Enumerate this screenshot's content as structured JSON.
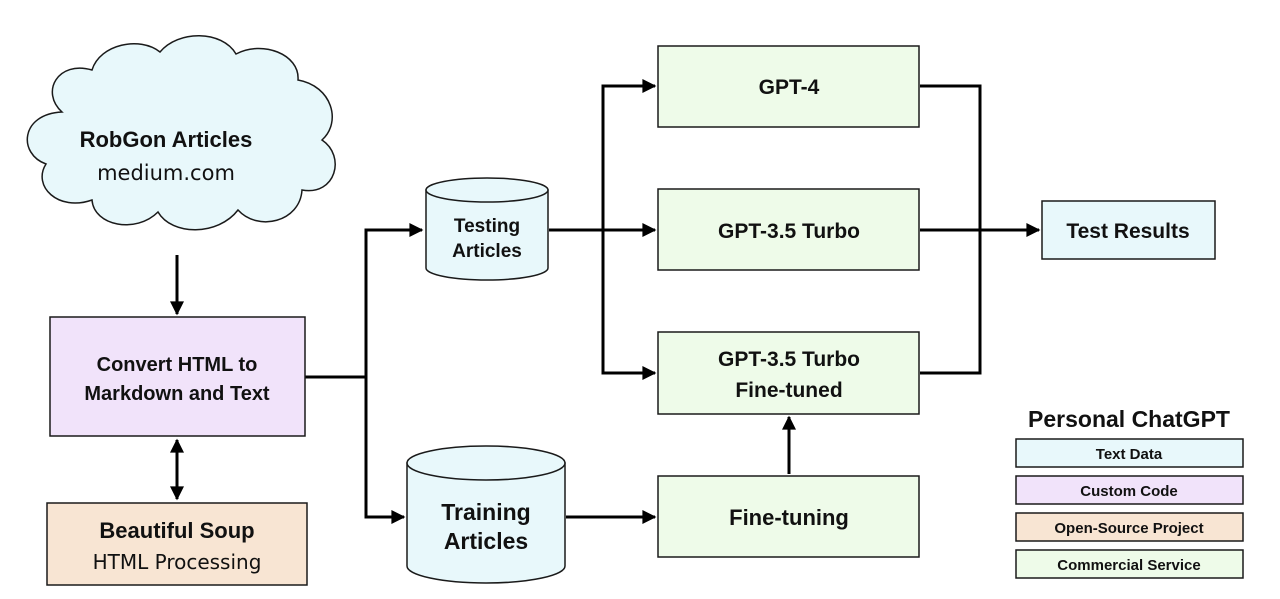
{
  "colors": {
    "text_data": "#e8f8fb",
    "custom_code": "#f1e3fa",
    "open_source": "#f8e5d3",
    "commercial": "#eefbe9",
    "line": "#000000"
  },
  "cloud": {
    "title": "RobGon Articles",
    "subtitle": "medium.com"
  },
  "convert": {
    "line1": "Convert HTML to",
    "line2": "Markdown and Text"
  },
  "soup": {
    "title": "Beautiful Soup",
    "subtitle": "HTML Processing"
  },
  "testing": {
    "line1": "Testing",
    "line2": "Articles"
  },
  "training": {
    "line1": "Training",
    "line2": "Articles"
  },
  "models": {
    "gpt4": "GPT-4",
    "gpt35": "GPT-3.5 Turbo",
    "ft_line1": "GPT-3.5 Turbo",
    "ft_line2": "Fine-tuned"
  },
  "finetuning": "Fine-tuning",
  "results": "Test Results",
  "legend": {
    "title": "Personal ChatGPT",
    "items": [
      "Text Data",
      "Custom Code",
      "Open-Source Project",
      "Commercial Service"
    ]
  }
}
